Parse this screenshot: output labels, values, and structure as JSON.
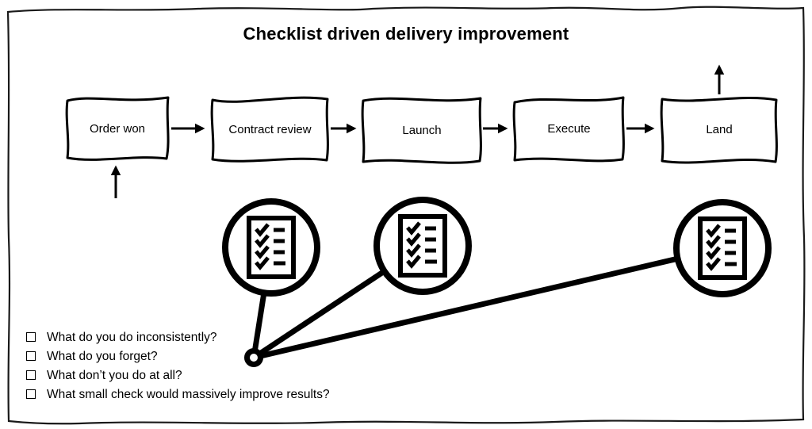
{
  "title": "Checklist driven delivery improvement",
  "flow": {
    "stages": [
      {
        "label": "Order won"
      },
      {
        "label": "Contract review"
      },
      {
        "label": "Launch"
      },
      {
        "label": "Execute"
      },
      {
        "label": "Land"
      }
    ]
  },
  "checklist_nodes": {
    "count": 3,
    "icon": "checklist-document-icon"
  },
  "questions": [
    "What do you do inconsistently?",
    "What do you forget?",
    "What don’t you do at all?",
    "What small check would massively improve results?"
  ],
  "bullet_icon": "checkbox-square-icon",
  "colors": {
    "ink": "#000000",
    "background": "#ffffff"
  }
}
